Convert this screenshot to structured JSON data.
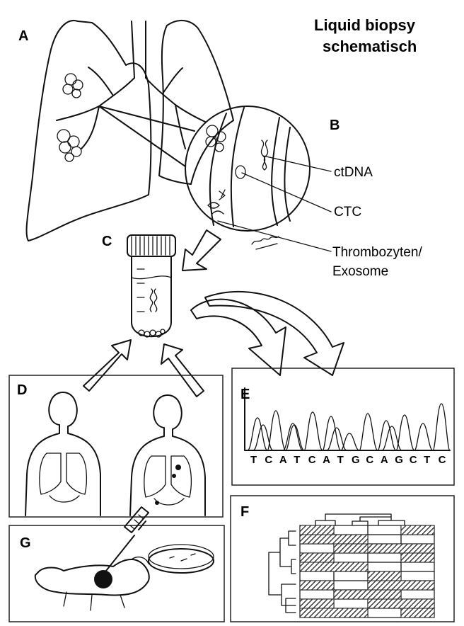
{
  "title": {
    "line1": "Liquid biopsy",
    "line2": "schematisch"
  },
  "panels": {
    "A": "A",
    "B": "B",
    "C": "C",
    "D": "D",
    "E": "E",
    "F": "F",
    "G": "G"
  },
  "callouts": {
    "ctdna": "ctDNA",
    "ctc": "CTC",
    "thrombo_line1": "Thrombozyten/",
    "thrombo_line2": "Exosome"
  },
  "sequence": [
    "T",
    "C",
    "A",
    "T",
    "C",
    "A",
    "T",
    "G",
    "C",
    "A",
    "G",
    "C",
    "T",
    "C"
  ],
  "colors": {
    "ink": "#111111",
    "background": "#ffffff",
    "hatch": "#222222"
  }
}
